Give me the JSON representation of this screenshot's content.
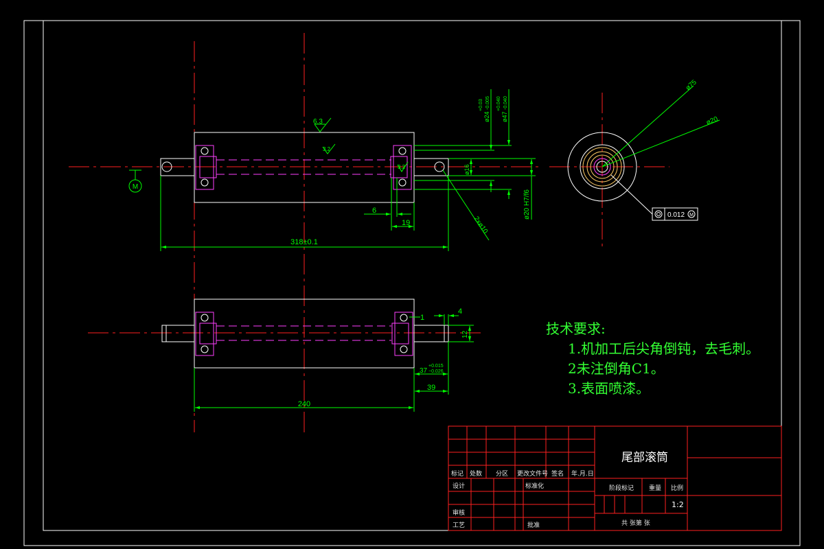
{
  "dimensions": {
    "overall_length_top": "318±0.1",
    "body_length_bottom": "240",
    "d6": "6",
    "d19": "19",
    "d39": "39",
    "d4": "4",
    "d1": "1",
    "d12": "12",
    "d37": "37",
    "d37_tol_upper": "+0.015",
    "d37_tol_lower": "−0.026",
    "phi16": "ø16",
    "phi20_fit": "ø20 H7/f6",
    "phi24": "ø24",
    "phi24_tol_upper": "+0.03",
    "phi24_tol_lower": "-0.005",
    "phi47": "ø47",
    "phi47_tol_upper": "+0.040",
    "phi47_tol_lower": "-0.040",
    "hole_2phi10": "2xø10",
    "phi75": "ø75",
    "phi20": "ø20",
    "roughness_main": "6.3",
    "roughness_inner": "3.2",
    "roughness_shaft": "3.2",
    "concentricity_tol": "0.012",
    "datum_symbol": "M"
  },
  "tech_requirements": {
    "heading": "技术要求:",
    "items": [
      "1.机加工后尖角倒钝，去毛刺。",
      "2未注倒角C1。",
      "3.表面喷漆。"
    ]
  },
  "title_block": {
    "part_name": "尾部滚筒",
    "row_labels": [
      "标记",
      "处数",
      "分区",
      "更改文件号",
      "签名",
      "年.月.日"
    ],
    "design": "设计",
    "standardize": "标准化",
    "review": "审核",
    "process": "工艺",
    "approve": "批准",
    "stage_mark": "阶段标记",
    "weight": "重量",
    "scale": "比例",
    "scale_value": "1:2",
    "sheets": "共    张第    张"
  }
}
